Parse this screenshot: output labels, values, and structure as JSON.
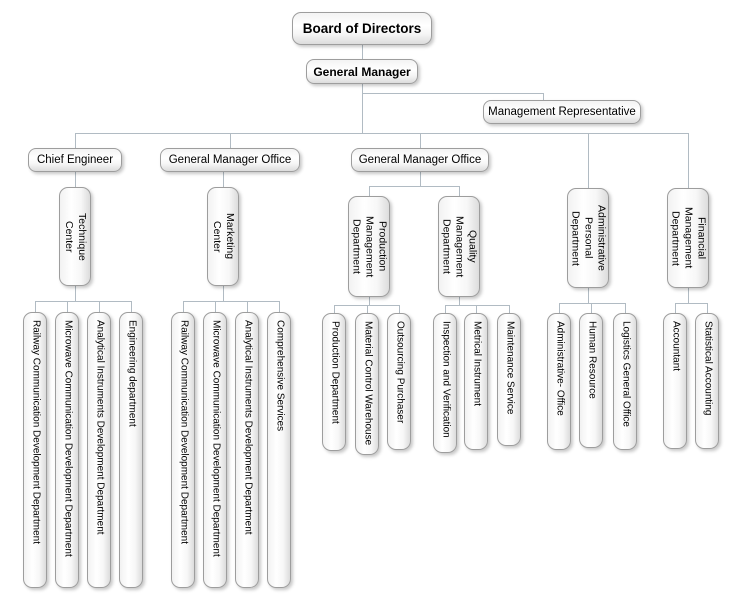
{
  "nodes": {
    "board": {
      "label": "Board of Directors"
    },
    "general_manager": {
      "label": "General Manager"
    },
    "management_representative": {
      "label": "Management Representative"
    },
    "chief_engineer": {
      "label": "Chief Engineer"
    },
    "gm_office_1": {
      "label": "General Manager Office"
    },
    "gm_office_2": {
      "label": "General Manager Office"
    },
    "technique_center": {
      "label": "Technique\nCenter"
    },
    "marketing_center": {
      "label": "Marketing\nCenter"
    },
    "production_mgmt": {
      "label": "Production\nManagement\nDepartment"
    },
    "quality_mgmt": {
      "label": "Quality\nManagement\nDepartment"
    },
    "admin_personal": {
      "label": "Administrative\nPersonal\nDepartment"
    },
    "financial_mgmt": {
      "label": "Financial\nManagement\nDepartment"
    },
    "g1_railway": {
      "label": "Railway Communication Development Department"
    },
    "g1_microwave": {
      "label": "Microwave Communication Development Department"
    },
    "g1_analytical": {
      "label": "Analytical Instruments Development Department"
    },
    "g1_engineering": {
      "label": "Engineering department"
    },
    "g2_railway": {
      "label": "Railway Communication Development Department"
    },
    "g2_microwave": {
      "label": "Microwave Communication Development Department"
    },
    "g2_analytical": {
      "label": "Analytical Instruments Development Department"
    },
    "g2_comprehensive": {
      "label": "Comprehensive Services"
    },
    "g3_production": {
      "label": "Production Department"
    },
    "g3_material": {
      "label": "Material Control Warehouse"
    },
    "g3_outsourcing": {
      "label": "Outsourcing Purchaser"
    },
    "g4_inspection": {
      "label": "Inspection and Verification"
    },
    "g4_metrical": {
      "label": "Metrical Instrument"
    },
    "g4_maintenance": {
      "label": "Maintenance Service"
    },
    "g5_admin_office": {
      "label": "Administrative- Office"
    },
    "g5_human": {
      "label": "Human Resource"
    },
    "g5_logistics": {
      "label": "Logistics General Office"
    },
    "g6_accountant": {
      "label": "Accountant"
    },
    "g6_statistical": {
      "label": "Statistical Accounting"
    }
  },
  "structure": {
    "board": [
      "general_manager"
    ],
    "general_manager": [
      "management_representative",
      "chief_engineer",
      "gm_office_1",
      "gm_office_2",
      "admin_personal",
      "financial_mgmt"
    ],
    "chief_engineer": [
      "technique_center"
    ],
    "gm_office_1": [
      "marketing_center"
    ],
    "gm_office_2": [
      "production_mgmt",
      "quality_mgmt"
    ],
    "technique_center": [
      "g1_railway",
      "g1_microwave",
      "g1_analytical",
      "g1_engineering"
    ],
    "marketing_center": [
      "g2_railway",
      "g2_microwave",
      "g2_analytical",
      "g2_comprehensive"
    ],
    "production_mgmt": [
      "g3_production",
      "g3_material",
      "g3_outsourcing"
    ],
    "quality_mgmt": [
      "g4_inspection",
      "g4_metrical",
      "g4_maintenance"
    ],
    "admin_personal": [
      "g5_admin_office",
      "g5_human",
      "g5_logistics"
    ],
    "financial_mgmt": [
      "g6_accountant",
      "g6_statistical"
    ]
  },
  "colors": {
    "connector": "#b1bbc3",
    "box_border": "#9d9d9d",
    "text": "#000000"
  }
}
